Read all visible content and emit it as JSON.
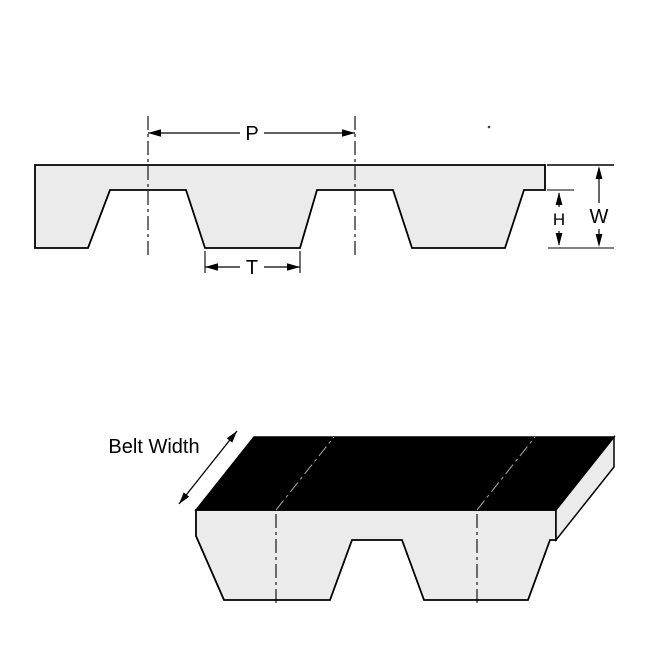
{
  "profile_view": {
    "dim_pitch": "P",
    "dim_tooth": "T",
    "dim_tooth_height": "H",
    "dim_thickness": "W"
  },
  "perspective_view": {
    "belt_width_label": "Belt Width"
  },
  "colors": {
    "belt_fill": "#ebebeb",
    "outline": "#000000",
    "top_face": "#000000",
    "background": "#ffffff"
  }
}
